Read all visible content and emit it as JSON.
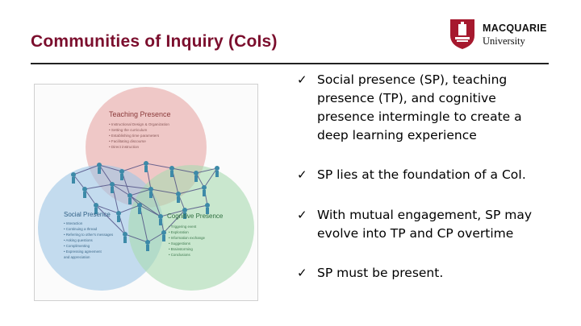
{
  "slide": {
    "title": "Communities of Inquiry (CoIs)"
  },
  "logo": {
    "name": "MACQUARIE",
    "sub": "University",
    "accent_color": "#a6192e"
  },
  "diagram": {
    "teaching": {
      "title": "Teaching Presence",
      "items": [
        "• Instructional Design & Organization",
        "• Setting the curriculum",
        "• Establishing time parameters",
        "• Facilitating discourse",
        "• Direct instruction"
      ],
      "color": "#e8a7a5"
    },
    "social": {
      "title": "Social Presence",
      "items": [
        "• Interaction",
        "• Continuing a thread",
        "• Referring to other's messages",
        "• Asking questions",
        "• Complimenting",
        "• Expressing agreement",
        "  and appreciation"
      ],
      "color": "#9fc6e6"
    },
    "cognitive": {
      "title": "Cognitive Presence",
      "items": [
        "• Triggering event",
        "• Exploration",
        "• Information exchange",
        "• Suggestions",
        "• Brainstorming",
        "• Conclusions"
      ],
      "color": "#a9dbb0"
    }
  },
  "bullets": [
    {
      "check": "✓",
      "text": "Social presence (SP), teaching presence (TP), and cognitive presence intermingle to create a deep learning experience"
    },
    {
      "check": "✓",
      "text": "SP lies at the foundation of a CoI."
    },
    {
      "check": "✓",
      "text": "With mutual engagement, SP may evolve into TP and CP overtime"
    },
    {
      "check": "✓",
      "text": "SP must be present."
    }
  ]
}
